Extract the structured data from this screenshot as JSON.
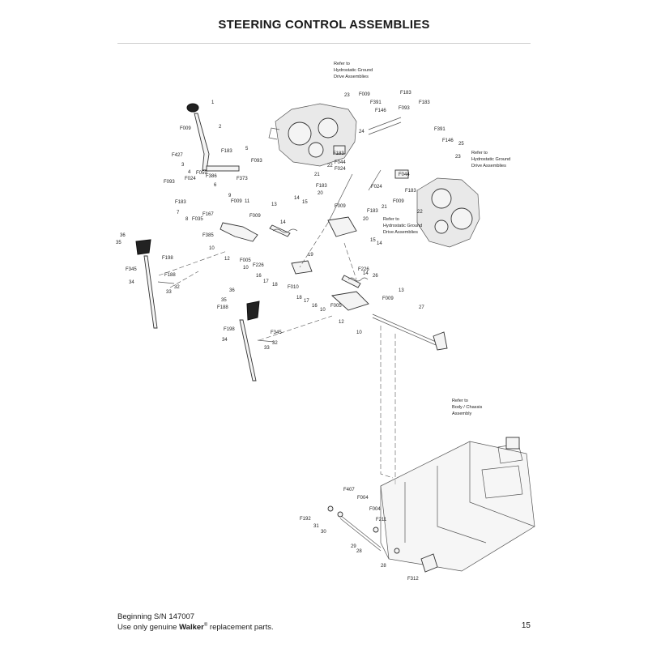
{
  "header": {
    "title": "STEERING CONTROL ASSEMBLIES"
  },
  "references": {
    "hydro_top": [
      "Refer to",
      "Hydrostatic Ground",
      "Drive Assemblies"
    ],
    "hydro_right": [
      "Refer to",
      "Hydrostatic Ground",
      "Drive Assemblies"
    ],
    "hydro_mid": [
      "Refer to",
      "Hydrostatic Ground",
      "Drive Assemblies"
    ],
    "body": [
      "Refer to",
      "Body / Chassis",
      "Assembly"
    ]
  },
  "callouts": {
    "c1": "1",
    "c2": "2",
    "c3": "3",
    "c4": "4",
    "c5": "5",
    "c6": "6",
    "c7": "7",
    "c8": "8",
    "c9": "9",
    "c10a": "10",
    "c10b": "10",
    "c10c": "10",
    "c10d": "10",
    "c11": "11",
    "c12a": "12",
    "c12b": "12",
    "c13a": "13",
    "c13b": "13",
    "c14a": "14",
    "c14b": "14",
    "c14c": "14",
    "c15a": "15",
    "c15b": "15",
    "c16a": "16",
    "c16b": "16",
    "c17a": "17",
    "c17b": "17",
    "c18a": "18",
    "c18b": "18",
    "c19": "19",
    "c20a": "20",
    "c20b": "20",
    "c21a": "21",
    "c21b": "21",
    "c22a": "22",
    "c22b": "22",
    "c23a": "23",
    "c23b": "23",
    "c24": "24",
    "c25": "25",
    "c26": "26",
    "c27": "27",
    "c28a": "28",
    "c28b": "28",
    "c29": "29",
    "c30": "30",
    "c31": "31",
    "c32a": "32",
    "c32b": "32",
    "c33a": "33",
    "c33b": "33",
    "c34a": "34",
    "c34b": "34",
    "c35a": "35",
    "c35b": "35",
    "c36a": "36",
    "c36b": "36",
    "f009a": "F009",
    "f009b": "F009",
    "f009c": "F009",
    "f009d": "F009",
    "f009e": "F009",
    "f009f": "F009",
    "f009g": "F009",
    "f427": "F427",
    "f059": "F059",
    "f024a": "F024",
    "f024b": "F024",
    "f183a": "F183",
    "f183b": "F183",
    "f183c": "F183",
    "f183d": "F183",
    "f183e": "F183",
    "f183f": "F183",
    "f183g": "F183",
    "f183h": "F183",
    "f093a": "F093",
    "f093b": "F093",
    "f093c": "F093",
    "f386": "F386",
    "f373": "F373",
    "f167": "F167",
    "f035": "F035",
    "f385": "F385",
    "f005a": "F005",
    "f005b": "F005",
    "f226a": "F226",
    "f226b": "F226",
    "f010": "F010",
    "f198a": "F198",
    "f198b": "F198",
    "f345a": "F345",
    "f345b": "F345",
    "f188a": "F188",
    "f188b": "F188",
    "f391a": "F391",
    "f391b": "F391",
    "f146a": "F146",
    "f146b": "F146",
    "f044a": "F044",
    "f044b": "F044",
    "f407": "F407",
    "f004a": "F004",
    "f004b": "F004",
    "f192": "F192",
    "f211": "F211",
    "f312": "F312"
  },
  "footer": {
    "serial": "Beginning S/N 147007",
    "note_prefix": "Use only genuine ",
    "brand": "Walker",
    "reg": "®",
    "note_suffix": " replacement parts.",
    "page_number": "15"
  }
}
